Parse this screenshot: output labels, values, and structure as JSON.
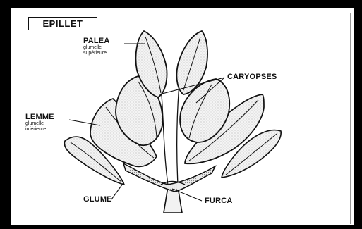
{
  "diagram": {
    "title": "EPILLET",
    "labels": {
      "palea": {
        "name": "PALEA",
        "sub1": "glumelle",
        "sub2": "supérieure"
      },
      "caryopses": {
        "name": "CARYOPSES"
      },
      "lemme": {
        "name": "LEMME",
        "sub1": "glumelle",
        "sub2": "inférieure"
      },
      "glume": {
        "name": "GLUME"
      },
      "furca": {
        "name": "FURCA"
      }
    }
  }
}
